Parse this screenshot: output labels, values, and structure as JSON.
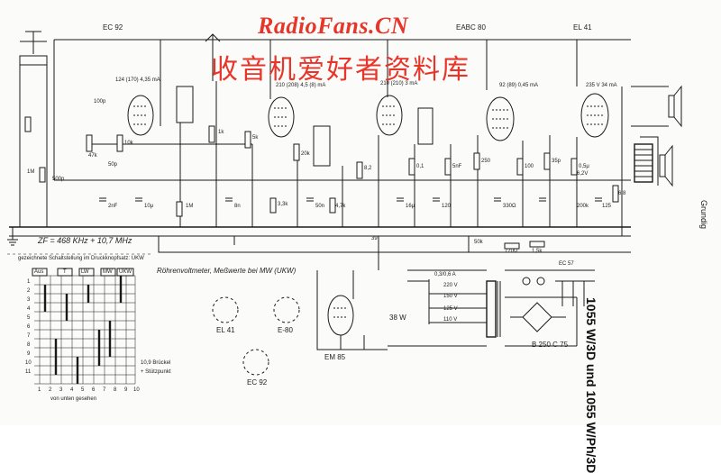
{
  "watermark": {
    "site": "RadioFans.CN",
    "subtitle": "收音机爱好者资料库"
  },
  "tubes": {
    "ec92": "EC 92",
    "eabc80": "EABC 80",
    "el41": "EL 41",
    "em85": "EM 85",
    "e80": "E-80",
    "el41_base": "EL 41",
    "ec92_base": "EC 92"
  },
  "title": {
    "brand": "Grundig",
    "model": "1055 W/3D und 1055 W/Ph/3D"
  },
  "notes": {
    "zf": "ZF = 468 KHz + 10,7 MHz",
    "switch_note": "gezeichnete Schaltstellung im Druckknopfsatz: UKW",
    "measure": "Röhrenvoltmeter, Meßwerte bei MW (UKW)",
    "view": "von unten gesehen",
    "power": "38 W",
    "rectifier": "B 250 C 75",
    "fuse": "0,3/0,6 A",
    "ec57": "EC 57"
  },
  "switch_table": {
    "headers": [
      "Aus",
      "T",
      "LW",
      "MW",
      "UKW"
    ],
    "rows": [
      "1",
      "2",
      "3",
      "4",
      "5",
      "6",
      "7",
      "8",
      "9",
      "10",
      "11"
    ],
    "cols": [
      "1",
      "2",
      "3",
      "4",
      "5",
      "6",
      "7",
      "8",
      "9",
      "10"
    ],
    "legend1": "10,9 Brückel",
    "legend2": "+ Stützpunkt"
  },
  "voltages": {
    "v1": "124 (170) 4,35 mA",
    "v2": "210 (208) 4,5 (8) mA",
    "v3": "210 (210) 3 mA",
    "v4": "92 (89) 0,45 mA",
    "v5": "235 V 34 mA",
    "mains1": "150 V",
    "mains2": "125 V",
    "mains3": "110 V",
    "mains4": "220 V"
  },
  "labels": [
    "100p",
    "10k",
    "47k",
    "1M",
    "500p",
    "50p",
    "1k",
    "5k",
    "20k",
    "8,2",
    "0,1",
    "5nF",
    "250",
    "100",
    "35p",
    "0,5μ",
    "2nF",
    "10μ",
    "8n",
    "50n",
    "16μ",
    "120",
    "330Ω",
    "770Ω",
    "50k",
    "1,5k",
    "6,8",
    "200k",
    "1M",
    "3,3k",
    "6,2V",
    "125",
    "4,7k",
    "39"
  ]
}
